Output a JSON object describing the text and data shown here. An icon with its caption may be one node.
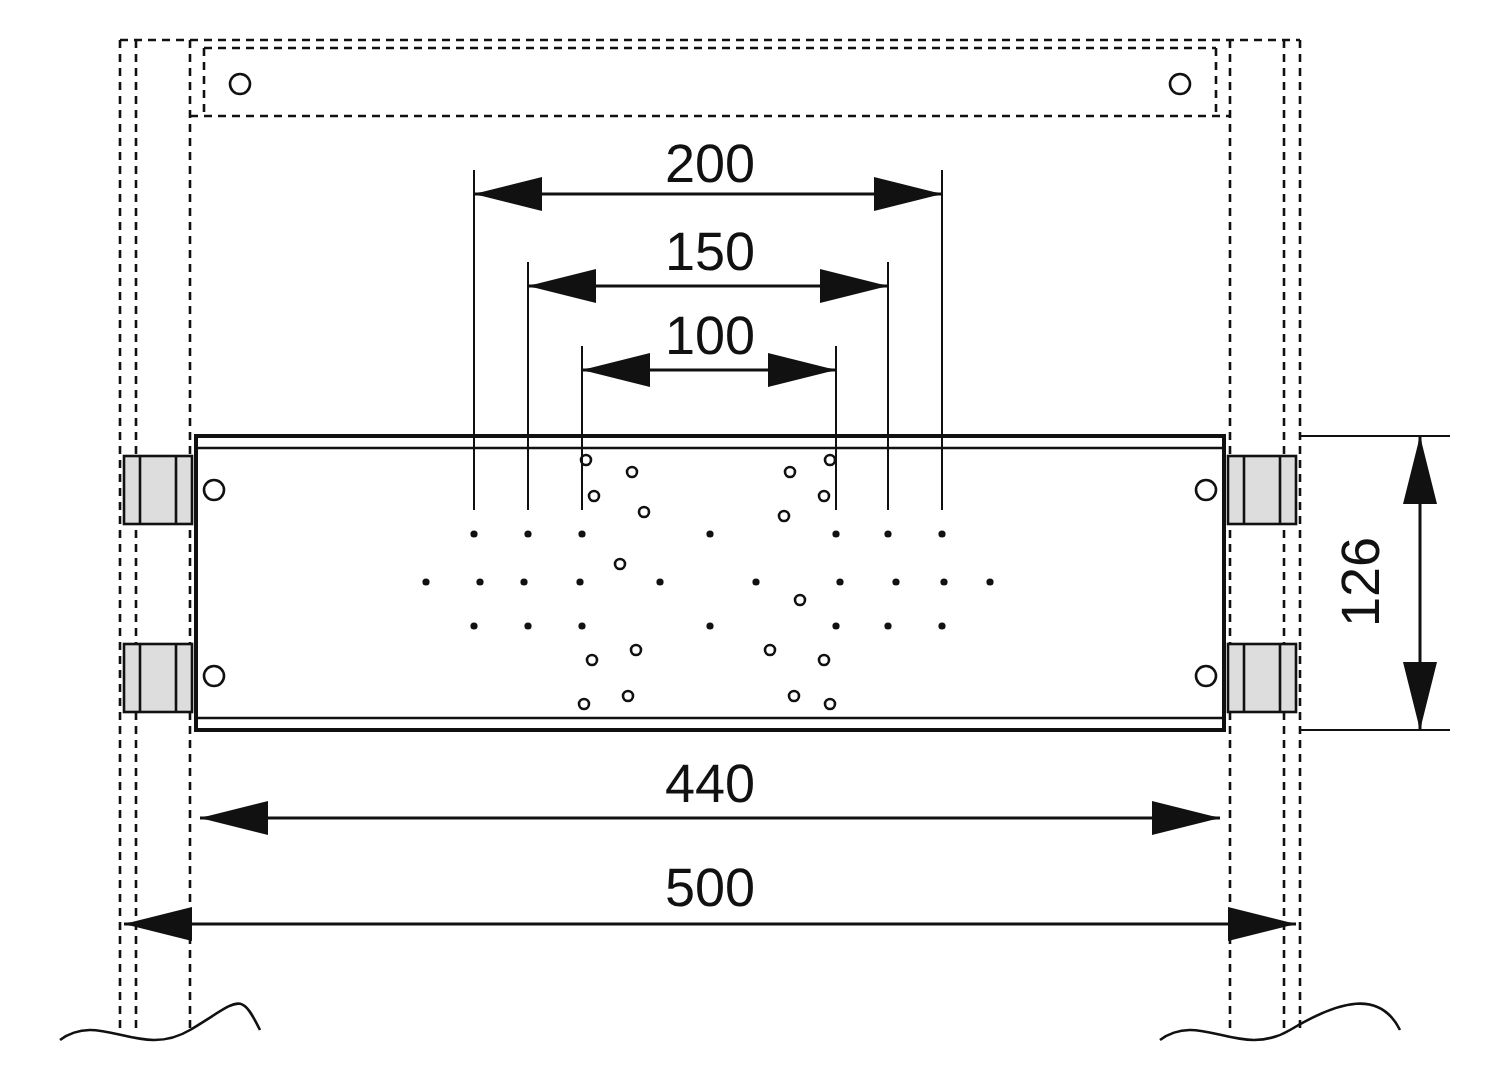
{
  "diagram": {
    "labels": [
      "200",
      "150",
      "100",
      "126",
      "440",
      "500"
    ]
  }
}
